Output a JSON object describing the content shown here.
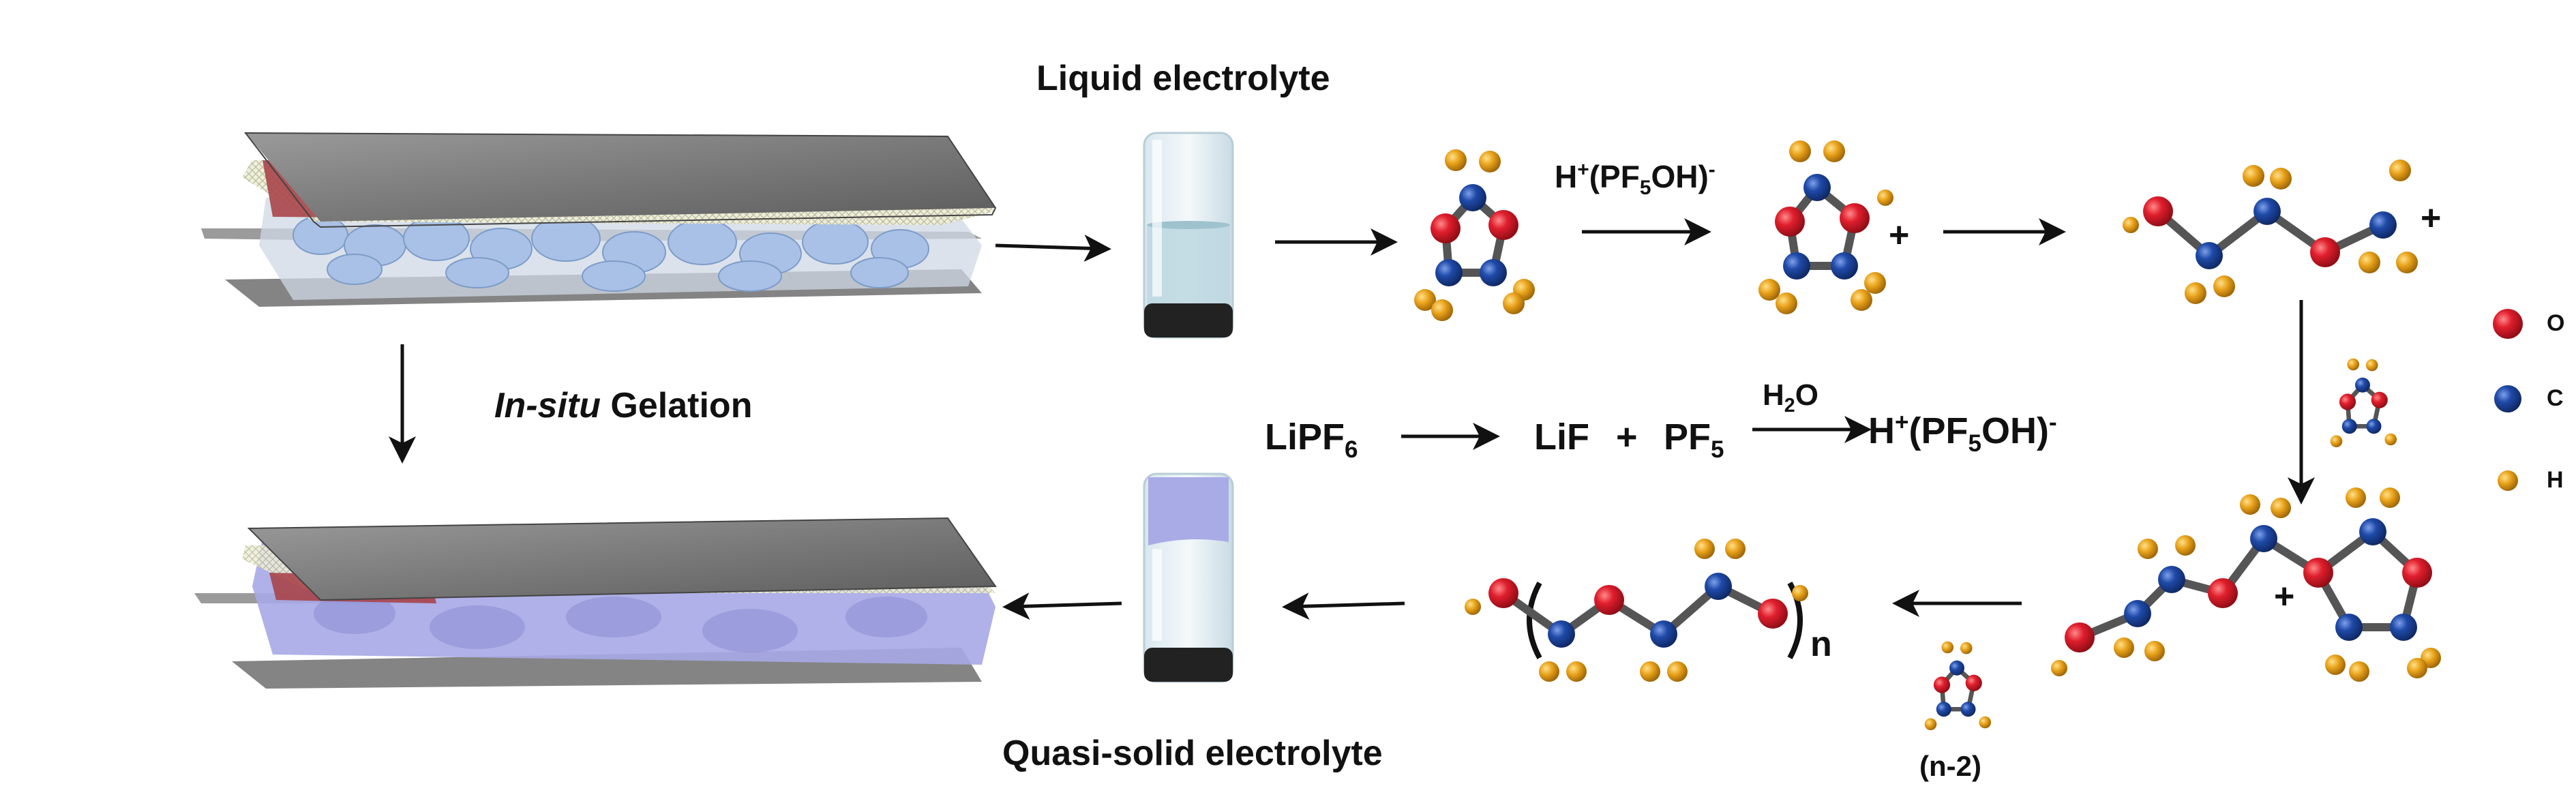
{
  "labels": {
    "liquid": "Liquid  electrolyte",
    "quasi": "Quasi-solid electrolyte",
    "gelation_italic": "In-situ",
    "gelation_rest": " Gelation",
    "n_minus_2": "(n-2)",
    "n": "n",
    "plus": "+"
  },
  "reaction": {
    "lipf6_base": "LiPF",
    "lipf6_sub": "6",
    "lif": "LiF",
    "plus": "+",
    "pf5_base": "PF",
    "pf5_sub": "5",
    "h2o_base": "H",
    "h2o_sub": "2",
    "h2o_end": "O",
    "acid_h": "H",
    "acid_plus": "+",
    "acid_open": "(PF",
    "acid_sub": "5",
    "acid_close": "OH)",
    "acid_minus": "-"
  },
  "legend": [
    {
      "symbol": "O",
      "color": "#e01e2d"
    },
    {
      "symbol": "C",
      "color": "#1f4aa8"
    },
    {
      "symbol": "H",
      "color": "#e8a21a"
    }
  ],
  "colors": {
    "oxygen": "#e01e2d",
    "carbon": "#1f4aa8",
    "hydrogen": "#e8a21a",
    "liquid_fill": "#cfe3ea",
    "gel_fill": "#a6a8e6",
    "arrow": "#111111"
  }
}
